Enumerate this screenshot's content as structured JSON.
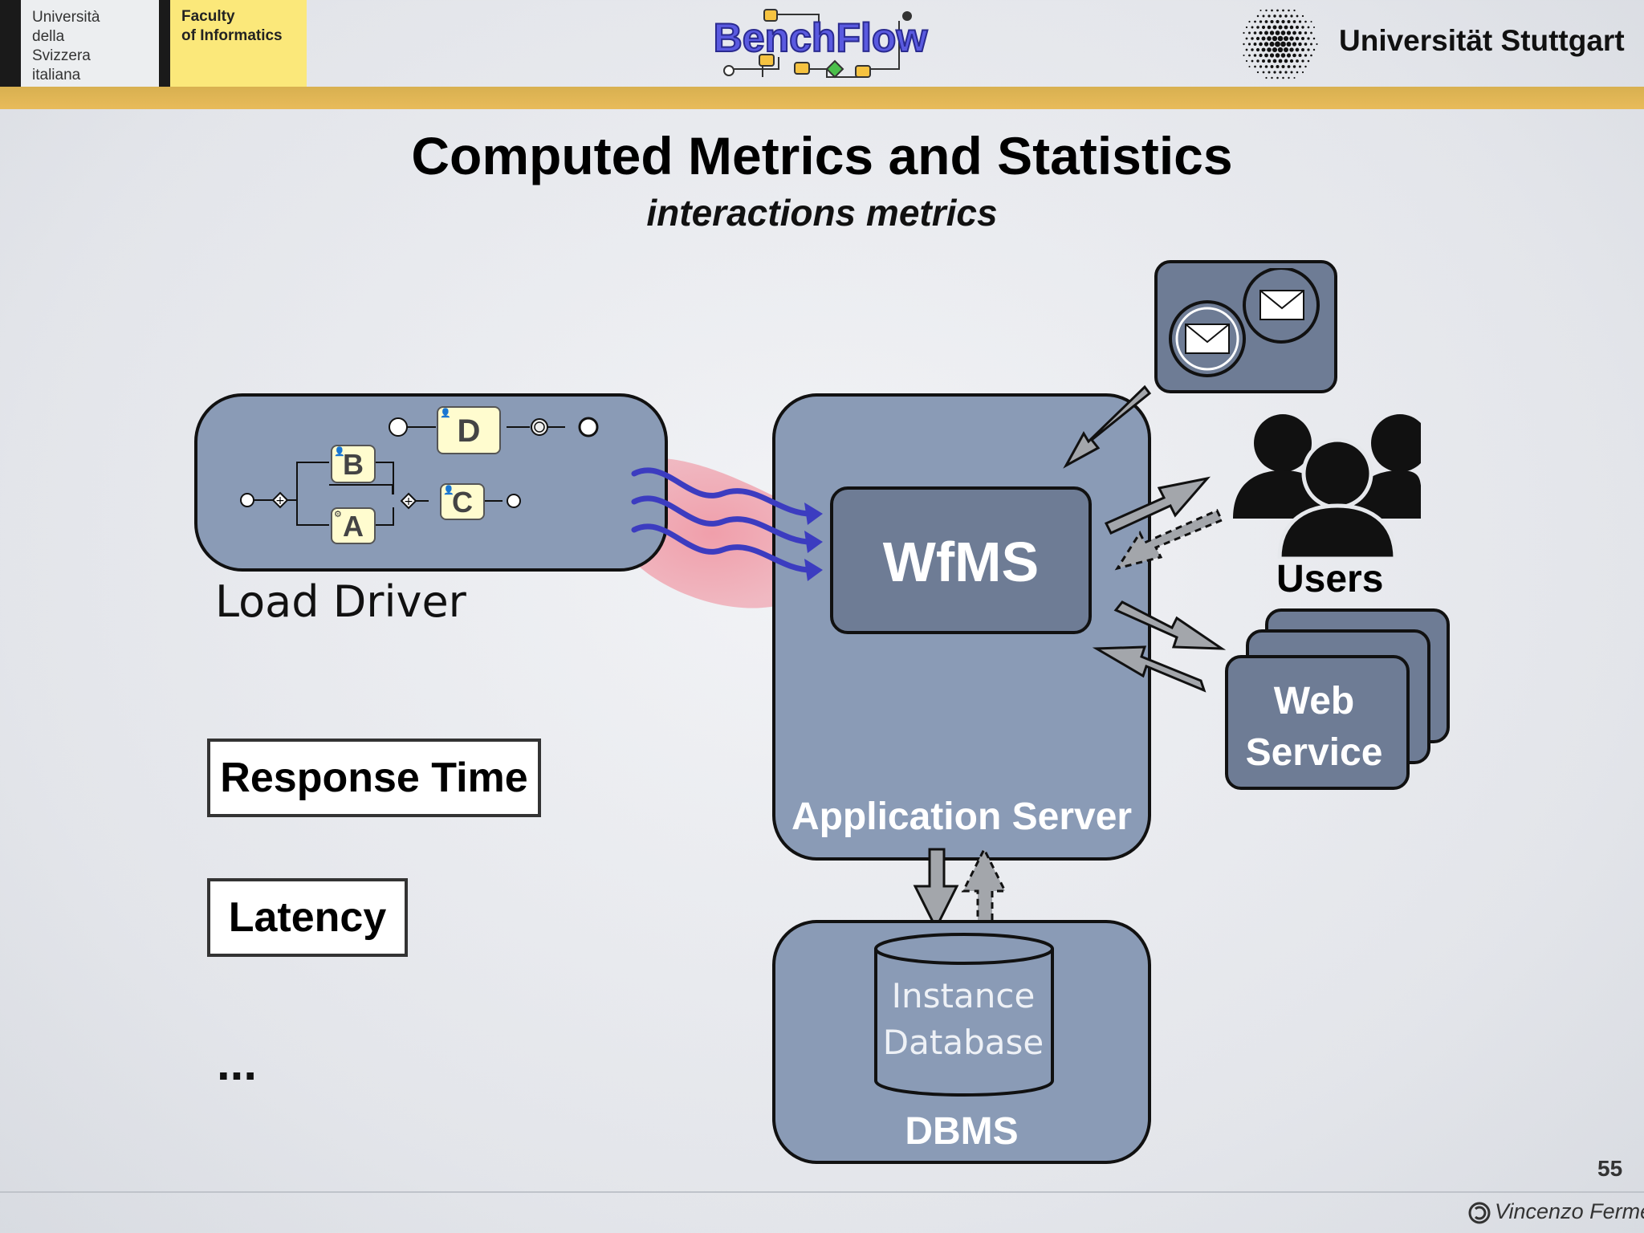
{
  "header": {
    "usi_text": "Università\ndella\nSvizzera\nitaliana",
    "faculty_text": "Faculty\nof Informatics",
    "benchflow_logo": "BenchFlow",
    "stuttgart_text": "Universität Stuttgart"
  },
  "slide": {
    "title": "Computed Metrics and Statistics",
    "subtitle": "interactions metrics",
    "page_number": "55",
    "author": "Vincenzo Ferme"
  },
  "diagram": {
    "load_driver": "Load Driver",
    "tasks": [
      "A",
      "B",
      "C",
      "D"
    ],
    "wfms": "WfMS",
    "app_server": "Application Server",
    "users": "Users",
    "web_service": "Web\nService",
    "instance_db": "Instance\nDatabase",
    "dbms": "DBMS"
  },
  "metrics": {
    "items": [
      "Response Time",
      "Latency"
    ],
    "more": "..."
  },
  "colors": {
    "box_fill": "#8a9bb6",
    "box_dark": "#6e7c95",
    "gold": "#e0b555",
    "faculty_yellow": "#fbe87a",
    "wave": "#3c3cc0",
    "glow": "#f08a98"
  },
  "icons": [
    "mail-icon",
    "users-icon",
    "gear-icon",
    "person-icon",
    "cc-icon",
    "stuttgart-logo",
    "benchflow-logo"
  ]
}
